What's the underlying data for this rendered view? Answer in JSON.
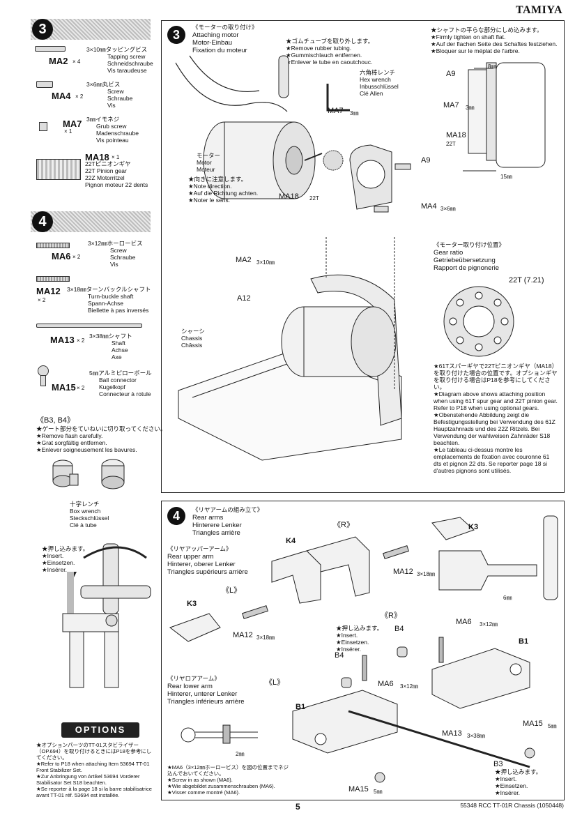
{
  "header": {
    "brand": "TAMIYA"
  },
  "step3": {
    "number": "3",
    "parts": [
      {
        "code": "MA2",
        "qty": "× 4",
        "size": "3×10㎜タッピングビス",
        "lines": [
          "Tapping screw",
          "Schneidschraube",
          "Vis taraudeuse"
        ]
      },
      {
        "code": "MA4",
        "qty": "× 2",
        "size": "3×6㎜丸ビス",
        "lines": [
          "Screw",
          "Schraube",
          "Vis"
        ]
      },
      {
        "code": "MA7",
        "qty": "× 1",
        "size": "3㎜イモネジ",
        "lines": [
          "Grub screw",
          "Madenschraube",
          "Vis pointeau"
        ]
      },
      {
        "code": "MA18",
        "qty": "× 1",
        "size": "22Tピニオンギヤ",
        "lines": [
          "22T Pinion gear",
          "22Z Motorritzel",
          "Pignon moteur 22 dents"
        ]
      }
    ]
  },
  "step4": {
    "number": "4",
    "parts": [
      {
        "code": "MA6",
        "qty": "× 2",
        "size": "3×12㎜ホーロービス",
        "lines": [
          "Screw",
          "Schraube",
          "Vis"
        ]
      },
      {
        "code": "MA12",
        "qty": "× 2",
        "size": "3×18㎜ターンバックルシャフト",
        "lines": [
          "Turn-buckle shaft",
          "Spann-Achse",
          "Biellette à pas inversés"
        ]
      },
      {
        "code": "MA13",
        "qty": "× 2",
        "size": "3×38㎜シャフト",
        "lines": [
          "Shaft",
          "Achse",
          "Axe"
        ]
      },
      {
        "code": "MA15",
        "qty": "× 2",
        "size": "5㎜アルミピローボール",
        "lines": [
          "Ball connector",
          "Kugelkopf",
          "Connecteur à rotule"
        ]
      }
    ]
  },
  "b3b4": {
    "title": "《B3, B4》",
    "lines": [
      "★ゲート部分をていねいに切り取ってください。",
      "★Remove flash carefully.",
      "★Grat sorgfältig entfernen.",
      "★Enlever soigneusement les bavures."
    ]
  },
  "boxwrench": {
    "lines": [
      "十字レンチ",
      "Box wrench",
      "Steckschlüssel",
      "Clé à tube"
    ]
  },
  "insert": {
    "lines": [
      "★押し込みます。",
      "★Insert.",
      "★Einsetzen.",
      "★Insérer."
    ]
  },
  "options": {
    "title": "OPTIONS",
    "lines": [
      "★オプションパーツのTT-01スタビライザー（OP.694）を取り付けるときにはP18を参考にしてください。",
      "★Refer to P18 when attaching Item 53694 TT-01 Front Stabilizer Set.",
      "★Zur Anbringung von Artikel 53694 Vorderer Stabilisator Set S18 beachten.",
      "★Se reporter à la page 18 si la barre stabilisatrice avant TT-01 réf. 53694 est installée."
    ]
  },
  "motor": {
    "title": "《モーターの取り付け》",
    "subtitle": [
      "Attaching motor",
      "Motor-Einbau",
      "Fixation du moteur"
    ],
    "rubber": [
      "★ゴムチューブを取り外します。",
      "★Remove rubber tubing.",
      "★Gummischlauch entfernen.",
      "★Enlever le tube en caoutchouc."
    ],
    "hex": [
      "六角棒レンチ",
      "Hex wrench",
      "Inbusschlüssel",
      "Clé Allen"
    ],
    "motorlbl": [
      "モーター",
      "Motor",
      "Moteur"
    ],
    "direction": [
      "★向きに注意します。",
      "★Note direction.",
      "★Auf die Richtung achten.",
      "★Noter le sens."
    ],
    "tighten": [
      "★シャフトの平らな部分にしめ込みます。",
      "★Firmly tighten on shaft flat.",
      "★Auf der flachen Seite des Schaftes festziehen.",
      "★Bloquer sur le méplat de l'arbre."
    ],
    "labels": {
      "ma7": "MA7",
      "ma7s": "3㎜",
      "ma18": "MA18",
      "ma18s": "22T",
      "a9": "A9",
      "ma4": "MA4",
      "ma4s": "3×6㎜",
      "ma2": "MA2",
      "ma2s": "3×10㎜",
      "a12": "A12",
      "dim8": "8㎜",
      "dim15": "15㎜"
    },
    "chassis": [
      "シャーシ",
      "Chassis",
      "Châssis"
    ],
    "gearratio": [
      "《モーター取り付け位置》",
      "Gear ratio",
      "Getriebeübersetzung",
      "Rapport de pignonerie"
    ],
    "ratio": "22T (7.21)",
    "notes": [
      "★61Tスパーギヤで22Tピニオンギヤ（MA18）を取り付けた場合の位置です。オプションギヤを取り付ける場合はP18を参考にしてください。",
      "★Diagram above shows attaching position when using 61T spur gear and 22T pinion gear. Refer to P18 when using optional gears.",
      "★Obenstehende Abbildung zeigt die Befestigungsstellung bei Verwendung des 61Z Hauptzahnrads und des 22Z Ritzels. Bei Verwendung der wahlweisen Zahnräder S18 beachten.",
      "★Le tableau ci-dessus montre les emplacements de fixation avec couronne 61 dts et pignon 22 dts. Se reporter page 18 si d'autres pignons sont utilisés."
    ]
  },
  "reararms": {
    "title": "《リヤアームの組み立て》",
    "subtitle": [
      "Rear arms",
      "Hinterere Lenker",
      "Triangles arrière"
    ],
    "upper": [
      "《リヤアッパーアーム》",
      "Rear upper arm",
      "Hinterer, oberer Lenker",
      "Triangles supérieurs arrière"
    ],
    "lower": [
      "《リヤロアアーム》",
      "Rear lower arm",
      "Hinterer, unterer Lenker",
      "Triangles inférieurs arrière"
    ],
    "r": "《R》",
    "l": "《L》",
    "labels": {
      "k3": "K3",
      "k4": "K4",
      "ma12": "MA12",
      "ma12s": "3×18㎜",
      "ma6": "MA6",
      "ma6s": "3×12㎜",
      "b1": "B1",
      "b3": "B3",
      "b4": "B4",
      "ma13": "MA13",
      "ma13s": "3×38㎜",
      "ma15": "MA15",
      "ma15s": "5㎜",
      "dim6": "6㎜",
      "dim2": "2㎜"
    },
    "insert": [
      "★押し込みます。",
      "★Insert.",
      "★Einsetzen.",
      "★Insérer."
    ],
    "screwin": [
      "★MA6（3×12㎜ホーロービス）を図の位置までネジ込んでおいてください。",
      "★Screw in as shown (MA6).",
      "★Wie abgebildet zusammenschrauben (MA6).",
      "★Visser comme montré (MA6)."
    ]
  },
  "footer": {
    "page": "5",
    "ref": "55348 RCC TT-01R Chassis (1050448)"
  }
}
